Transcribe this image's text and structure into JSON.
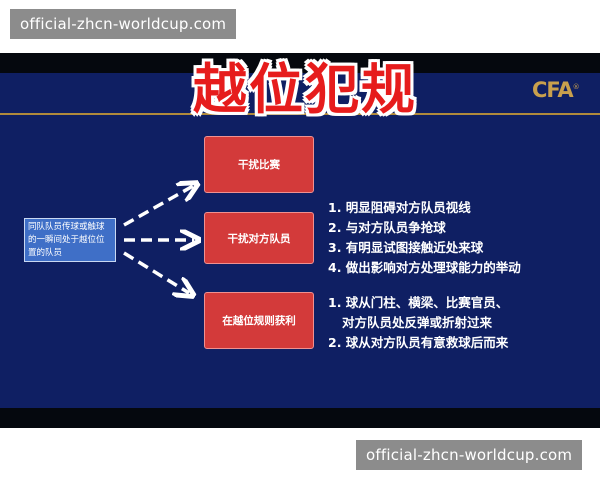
{
  "watermark": {
    "top": "official-zhcn-worldcup.com",
    "bottom": "official-zhcn-worldcup.com"
  },
  "slide": {
    "title": "越位犯规",
    "logo_text": "CFA",
    "logo_mark": "®",
    "source_box": "同队队员传球或触球的一瞬间处于越位位置的队员",
    "boxes": [
      {
        "label": "干扰比赛"
      },
      {
        "label": "干扰对方队员"
      },
      {
        "label": "在越位规则获利"
      }
    ],
    "list1": [
      "1. 明显阻碍对方队员视线",
      "2. 与对方队员争抢球",
      "3. 有明显试图接触近处来球",
      "4. 做出影响对方处理球能力的举动"
    ],
    "list2": [
      "1. 球从门柱、横梁、比赛官员、",
      "对方队员处反弹或折射过来",
      "2. 球从对方队员有意救球后而来"
    ],
    "colors": {
      "background": "#0f1f63",
      "title": "#e61c1c",
      "box_red": "#d33a3a",
      "source_box": "#3f6fc7",
      "logo_gold": "#c9a04d"
    }
  }
}
